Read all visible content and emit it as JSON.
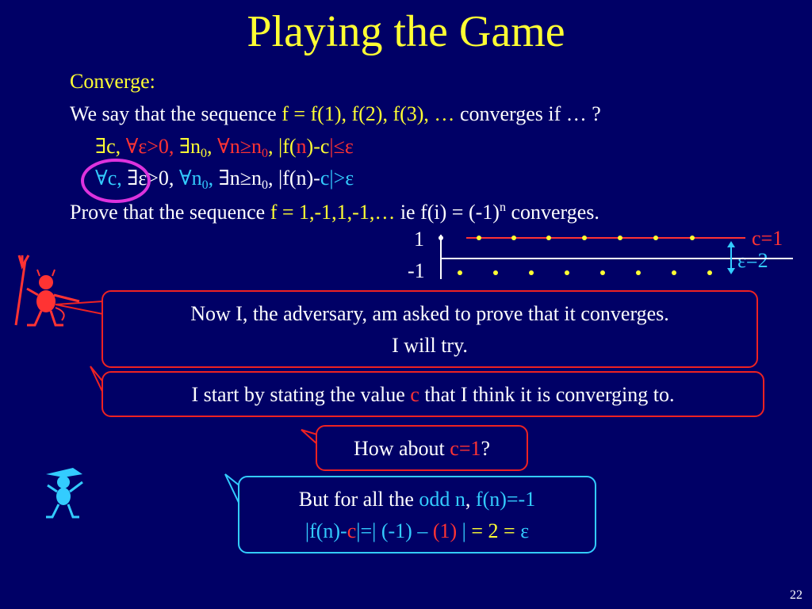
{
  "title": "Playing the Game",
  "converge_label": "Converge:",
  "def": {
    "prefix": "We say that the sequence ",
    "f_expr": "f = f(1), f(2), f(3), …",
    "suffix": " converges if … ?"
  },
  "q1": {
    "part1": "∃c, ",
    "part2": "∀ε>0, ",
    "part3": "∃n",
    "sub1": "0",
    "part4": ", ",
    "part5": "∀n≥n",
    "sub2": "0",
    "part6": ", ",
    "part7": "|f(",
    "part8": "n",
    "part9": ")-",
    "part10": "c",
    "part11": "|≤ε"
  },
  "q2": {
    "part1": "∀c, ",
    "part2": "∃ε>0, ",
    "part3": "∀n",
    "sub1": "0",
    "part4": ", ",
    "part5": "∃n≥n",
    "sub2": "0",
    "part6": ", ",
    "part7": "|f(n)-",
    "part8": "c",
    "part9": "|>ε"
  },
  "prove": {
    "prefix": "Prove that the sequence ",
    "f_part": "f = 1,-1,1,-1,…",
    "ie": "  ie f(i) = (-1)",
    "exp": "n",
    "suffix": "  converges."
  },
  "graph": {
    "label_pos": "1",
    "label_neg": "-1",
    "c_label": "c=1",
    "eps_label": "ε=2"
  },
  "bubble1": {
    "line1": "Now I, the adversary, am asked to prove that it converges.",
    "line2": "I will try."
  },
  "bubble2": {
    "prefix": "I start by stating the value ",
    "c": "c",
    "suffix": " that I think it is converging to."
  },
  "bubble3": {
    "prefix": "How about ",
    "c": "c=1",
    "suffix": "?"
  },
  "bubble4": {
    "line1_prefix": "But for all the ",
    "line1_odd": "odd n",
    "line1_mid": ", ",
    "line1_f": "f(n)=-1",
    "line2_a": "|f(n)-",
    "line2_c": "c",
    "line2_b": "|=| (-1) – ",
    "line2_one": "(1)",
    "line2_d": " | ",
    "line2_e": "= 2 = ",
    "line2_eps": "ε"
  },
  "page_number": "22",
  "colors": {
    "background": "#000066",
    "yellow": "#ffff33",
    "cyan": "#33ccff",
    "red": "#ff3333"
  },
  "icons": [
    "devil-icon",
    "prover-icon",
    "circle-highlight"
  ]
}
